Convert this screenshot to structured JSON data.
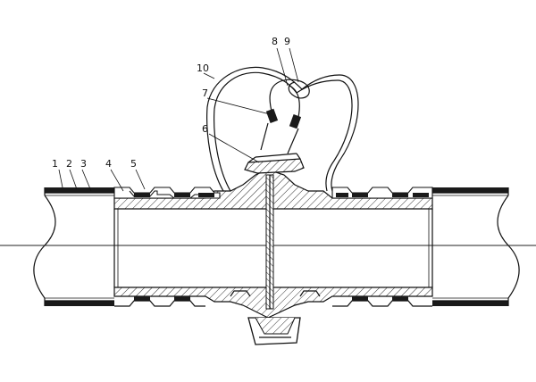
{
  "figure": {
    "labels": [
      "1",
      "2",
      "3",
      "4",
      "5",
      "6",
      "7",
      "8",
      "9",
      "10"
    ]
  },
  "colors": {
    "ink": "#111111",
    "paper": "#ffffff",
    "hatch": "#333333",
    "layer": "#1a1a1a"
  }
}
